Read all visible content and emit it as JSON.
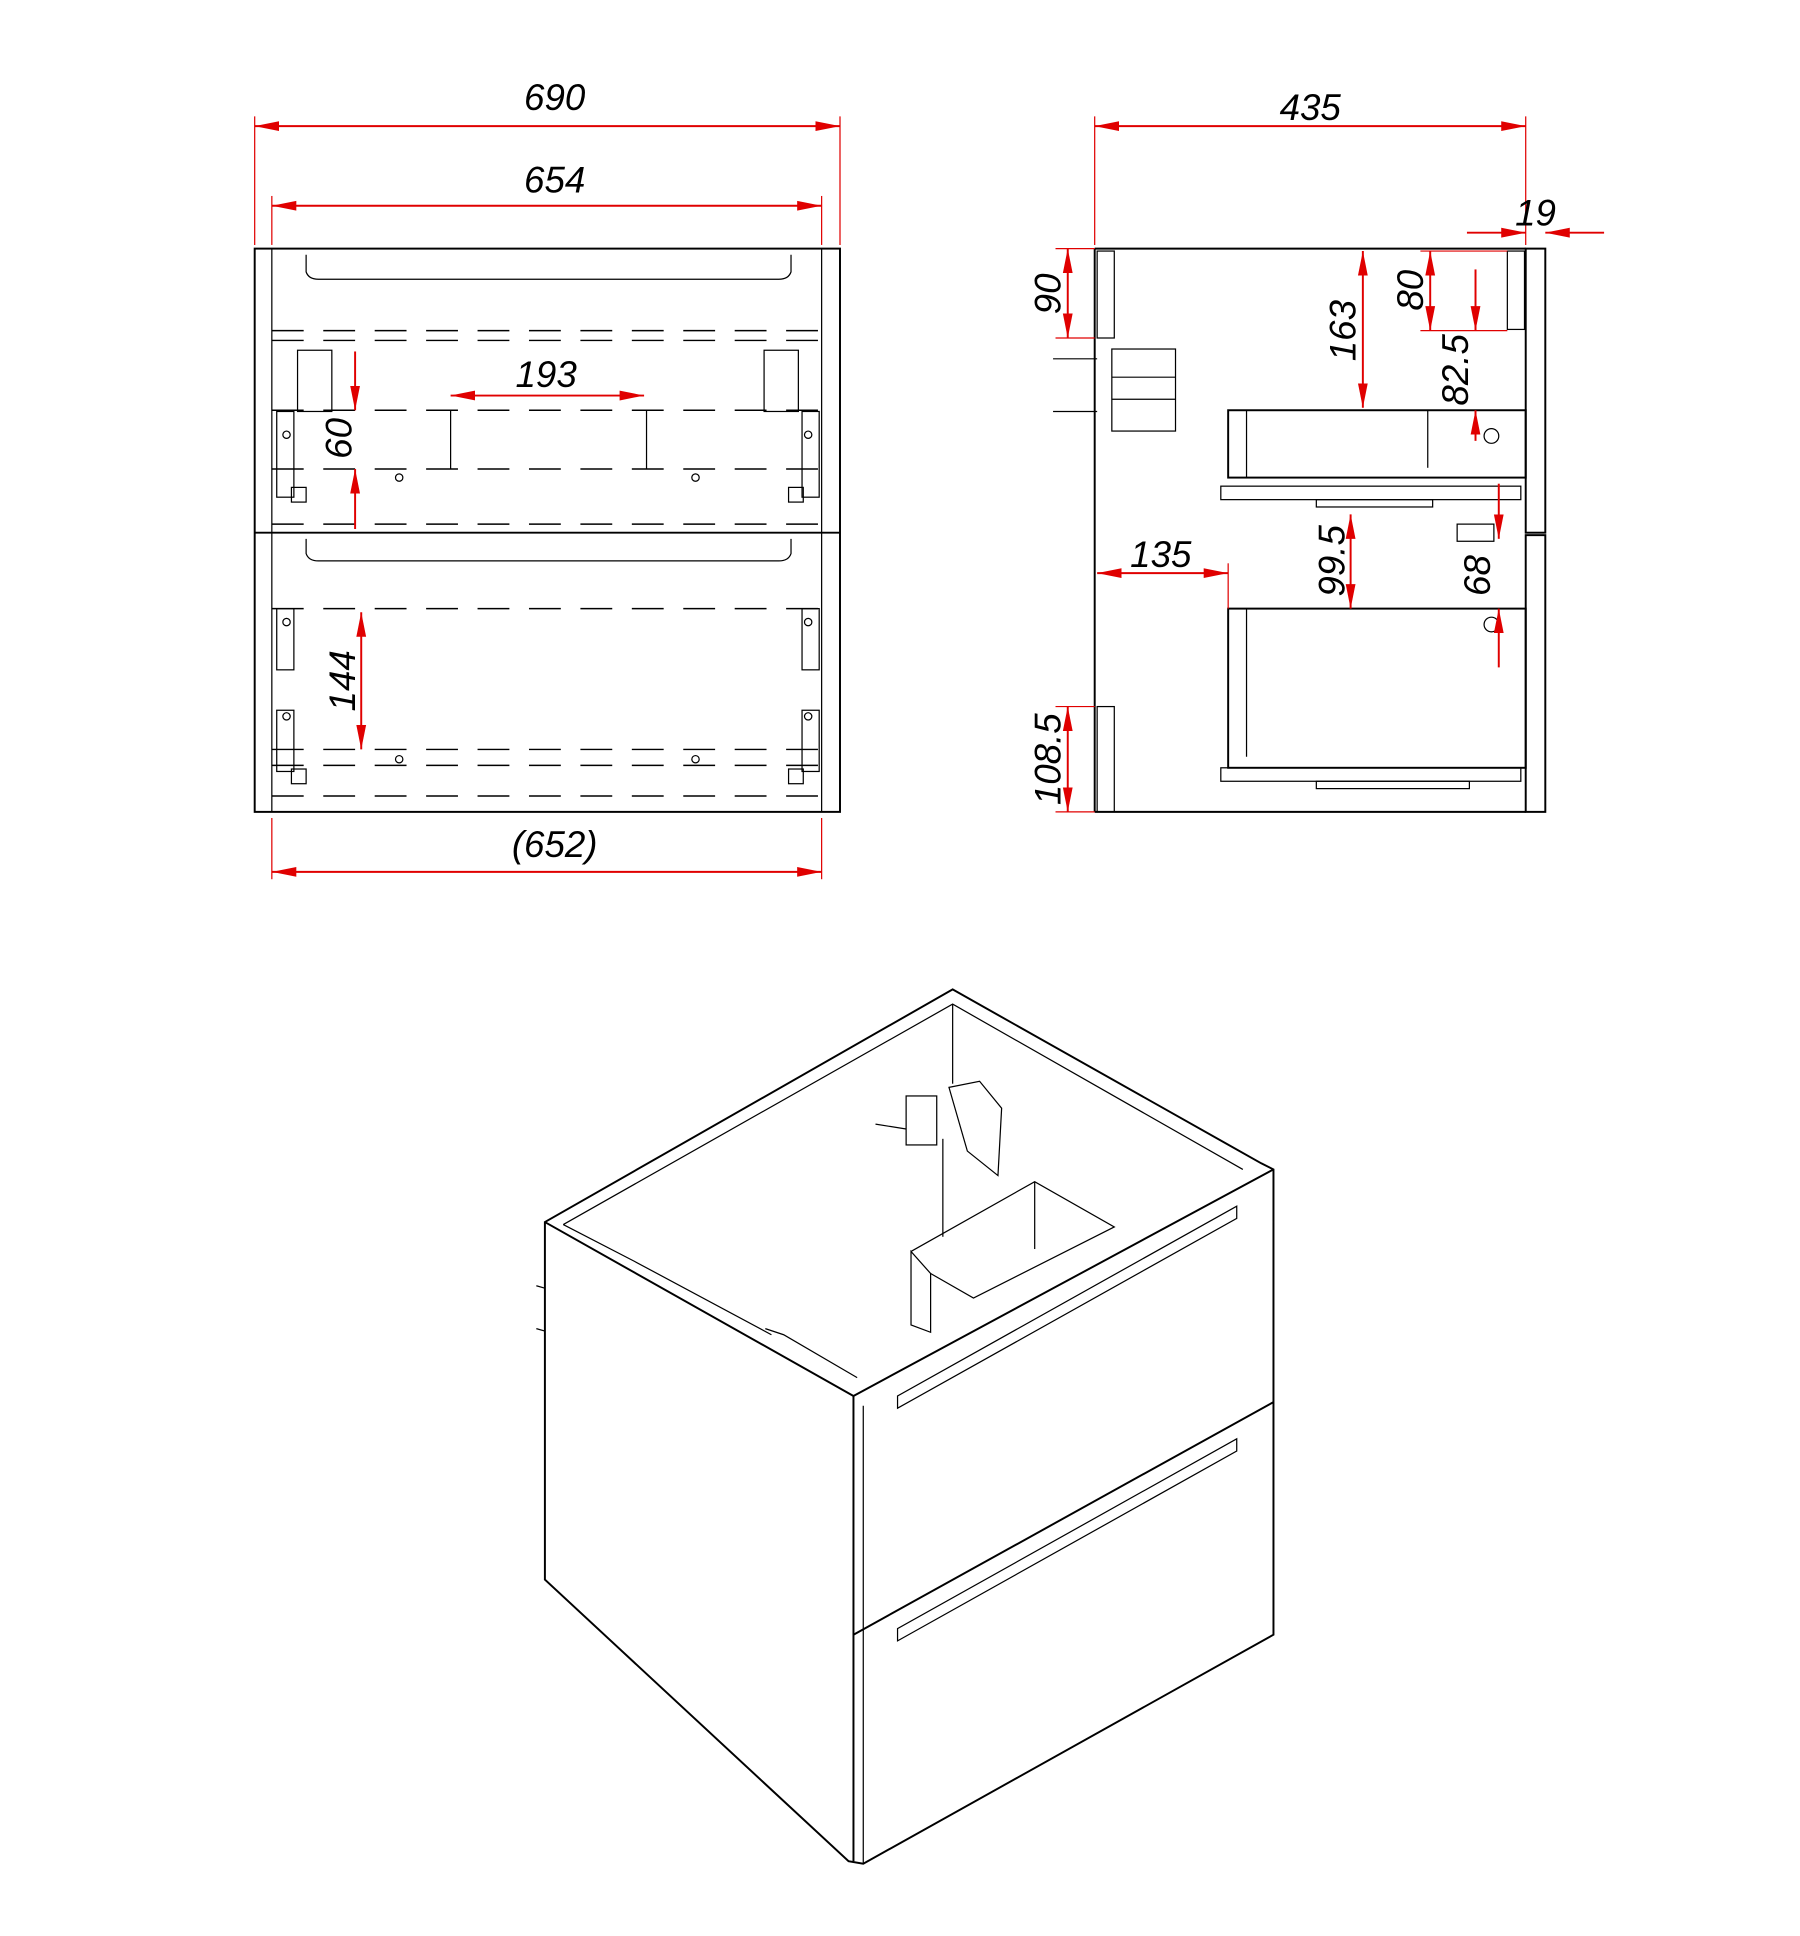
{
  "front_view": {
    "overall_width": "690",
    "inner_width": "654",
    "bottom_width": "(652)",
    "bracket_spacing": "193",
    "top_bracket_height": "60",
    "lower_bracket_height": "144"
  },
  "side_view": {
    "depth": "435",
    "front_panel_thickness": "19",
    "top_rail_height": "90",
    "top_to_drawer": "163",
    "top_gap": "80",
    "hole_offset": "82.5",
    "drawer_gap": "99.5",
    "lower_hole_offset": "68",
    "drawer_setback": "135",
    "bottom_rail_height": "108.5"
  },
  "colors": {
    "dimension": "#e00000",
    "line": "#000000"
  }
}
